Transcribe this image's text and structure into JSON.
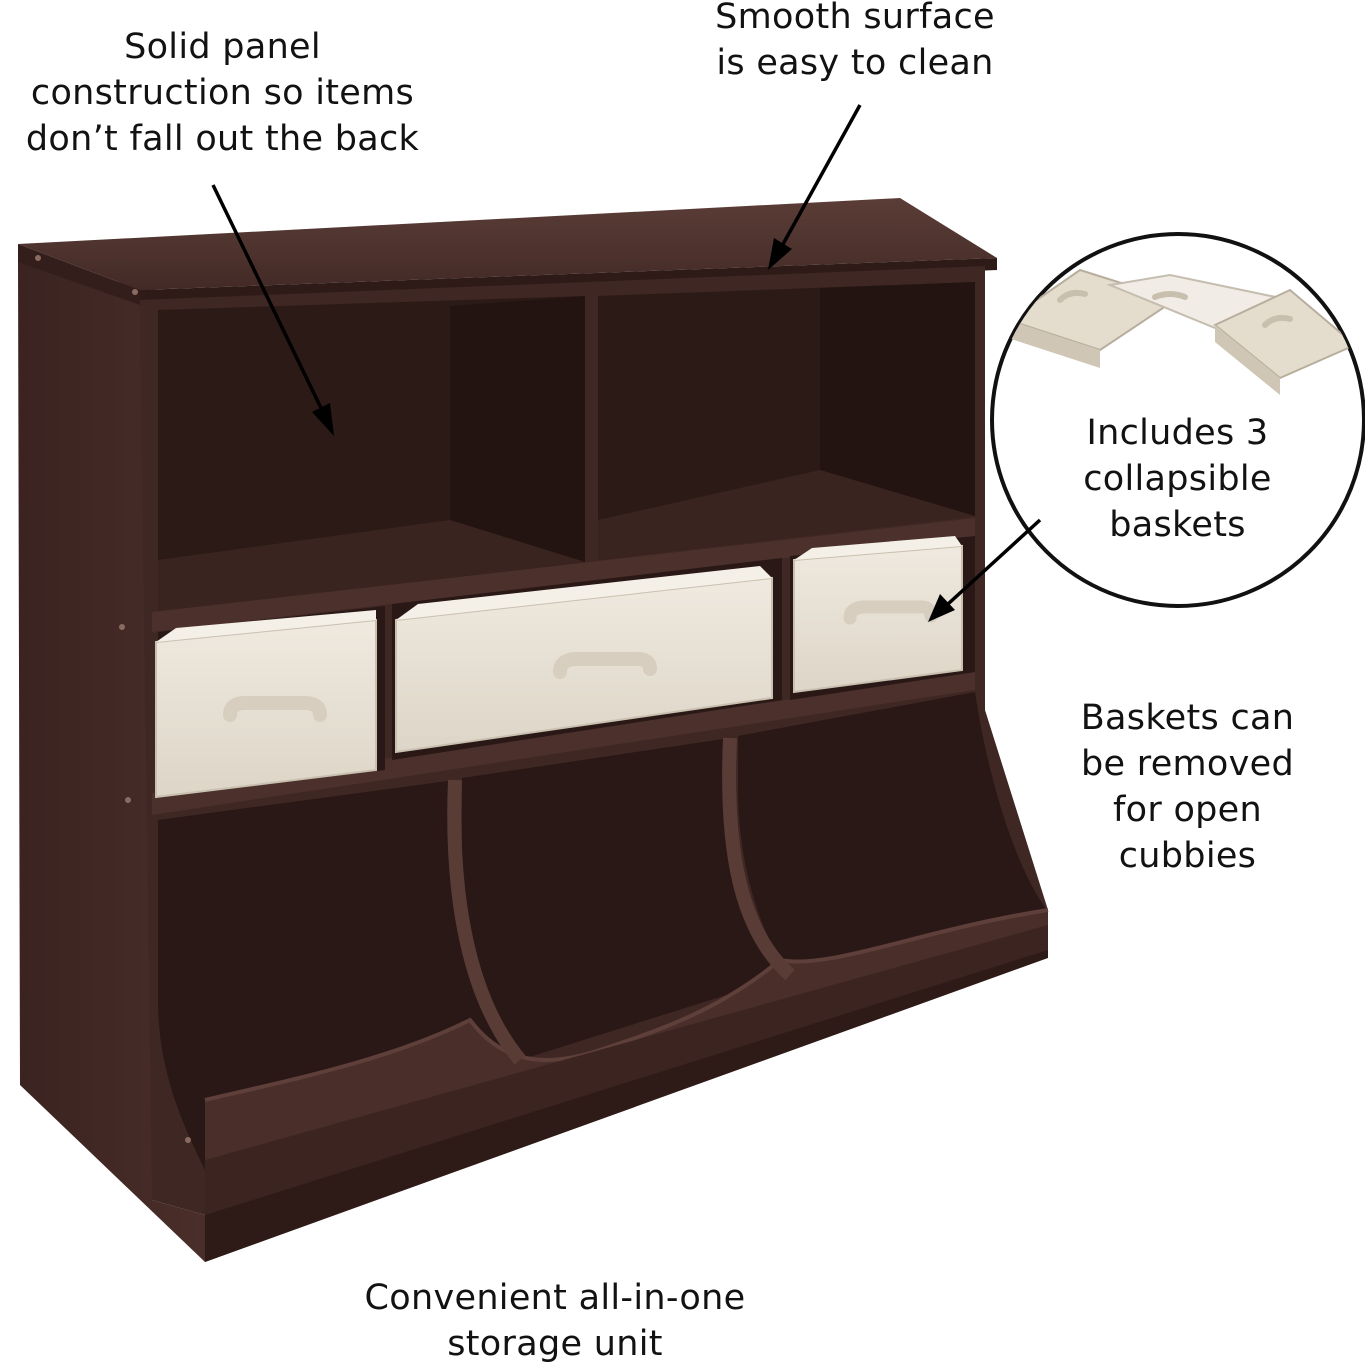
{
  "callouts": {
    "solid_panel": [
      "Solid panel",
      "construction so items",
      "don’t fall out the back"
    ],
    "smooth_surface": [
      "Smooth surface",
      "is easy to clean"
    ],
    "includes_baskets": [
      "Includes 3",
      "collapsible",
      "baskets"
    ],
    "removable": [
      "Baskets can",
      "be removed",
      "for open",
      "cubbies"
    ],
    "unit": [
      "Convenient all-in-one",
      "storage unit"
    ]
  },
  "colors": {
    "wood": "#3e2622",
    "wood_dark": "#2a1816",
    "wood_light": "#573a35",
    "fabric": "#e9e2d6",
    "text": "#121212"
  }
}
